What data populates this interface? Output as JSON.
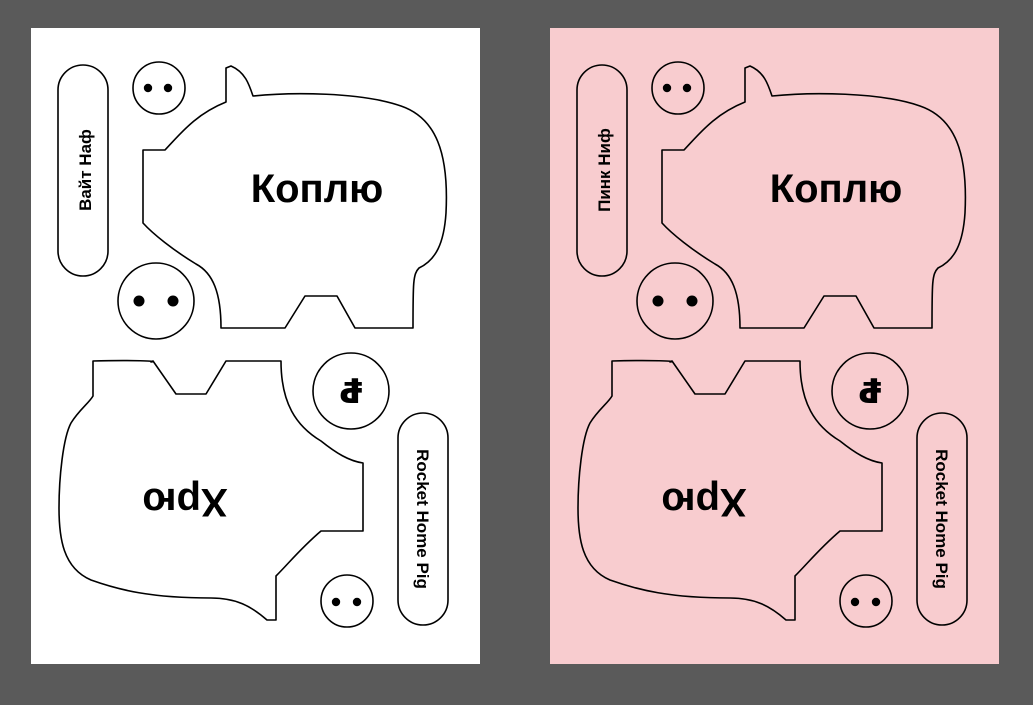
{
  "canvas": {
    "background": "#5a5a5a"
  },
  "artboards": [
    {
      "id": "white",
      "fill": "#ffffff",
      "labels": {
        "name_tag": "Вайт Наф",
        "front_word": "Коплю",
        "back_word": "Хрю",
        "brand_tag": "Rocket Home Pig",
        "coin_symbol": "₽"
      }
    },
    {
      "id": "pink",
      "fill": "#f8cccf",
      "labels": {
        "name_tag": "Пинк Ниф",
        "front_word": "Коплю",
        "back_word": "Хрю",
        "brand_tag": "Rocket Home Pig",
        "coin_symbol": "₽"
      }
    }
  ],
  "colors": {
    "stroke": "#000000",
    "text": "#000000"
  }
}
